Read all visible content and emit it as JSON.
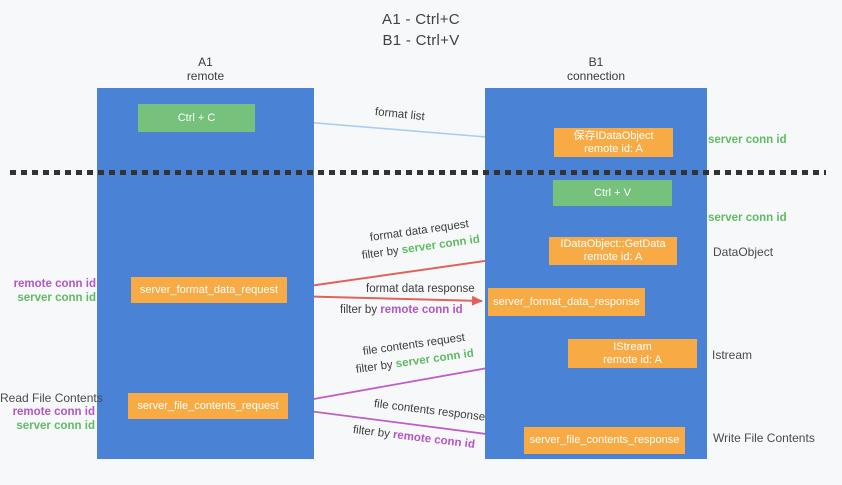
{
  "title": {
    "line1": "A1 - Ctrl+C",
    "line2": "B1 - Ctrl+V"
  },
  "columns": {
    "left": {
      "name": "A1",
      "sub": "remote"
    },
    "right": {
      "name": "B1",
      "sub": "connection"
    }
  },
  "nodes": {
    "ctrl_c": "Ctrl + C",
    "ctrl_v": "Ctrl + V",
    "save_dataobject": {
      "line1": "保存IDataObject",
      "line2": "remote id: A"
    },
    "getdata": {
      "line1": "IDataObject::GetData",
      "line2": "remote id: A"
    },
    "istream": {
      "line1": "IStream",
      "line2": "remote id: A"
    },
    "format_request": "server_format_data_request",
    "format_response": "server_format_data_response",
    "file_request": "server_file_contents_request",
    "file_response": "server_file_contents_response"
  },
  "labels": {
    "format_list": "format list",
    "format_data_request": "format data request",
    "format_data_response": "format data response",
    "file_contents_request": "file contents request",
    "file_contents_response": "file contents response",
    "filter_by": "filter by",
    "server_conn_id": "server conn id",
    "remote_conn_id": "remote conn id",
    "dataobject": "DataObject",
    "istream": "Istream",
    "read_file_contents": "Read File Contents",
    "write_file_contents": "Write File Contents"
  },
  "colors": {
    "column_blue": "#4a82d6",
    "box_green": "#76c27c",
    "box_orange": "#f8ab44",
    "text_green": "#5fbb64",
    "text_purple": "#b455c8",
    "arrow_red": "#e2625a",
    "arrow_magenta": "#bf5ec9",
    "arrow_light_blue": "#a9cdf0",
    "arrow_black": "#2f2f2f",
    "separator": "#333333"
  }
}
